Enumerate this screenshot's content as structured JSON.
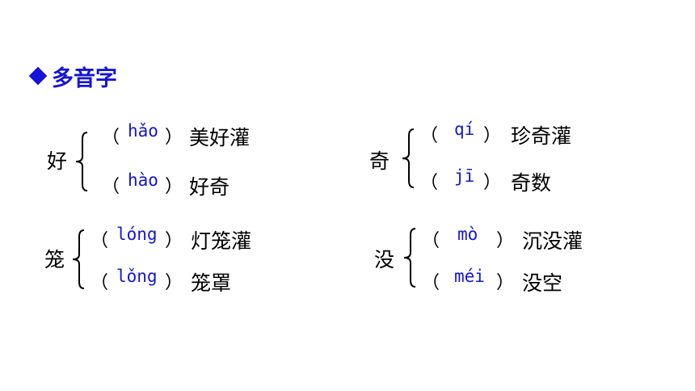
{
  "title": {
    "text": "多音字"
  },
  "groups": [
    {
      "char": "好",
      "items": [
        {
          "pinyin": "hǎo",
          "word": "美好灌"
        },
        {
          "pinyin": "hào",
          "word": "好奇"
        }
      ]
    },
    {
      "char": "奇",
      "items": [
        {
          "pinyin": "qí",
          "word": "珍奇灌"
        },
        {
          "pinyin": "jī",
          "word": "奇数"
        }
      ]
    },
    {
      "char": "笼",
      "items": [
        {
          "pinyin": "lóng",
          "word": "灯笼灌"
        },
        {
          "pinyin": "lǒng",
          "word": "笼罩"
        }
      ]
    },
    {
      "char": "没",
      "items": [
        {
          "pinyin": "mò",
          "word": "沉没灌"
        },
        {
          "pinyin": "méi",
          "word": "没空"
        }
      ]
    }
  ],
  "paren_open": "（",
  "paren_close": "）"
}
